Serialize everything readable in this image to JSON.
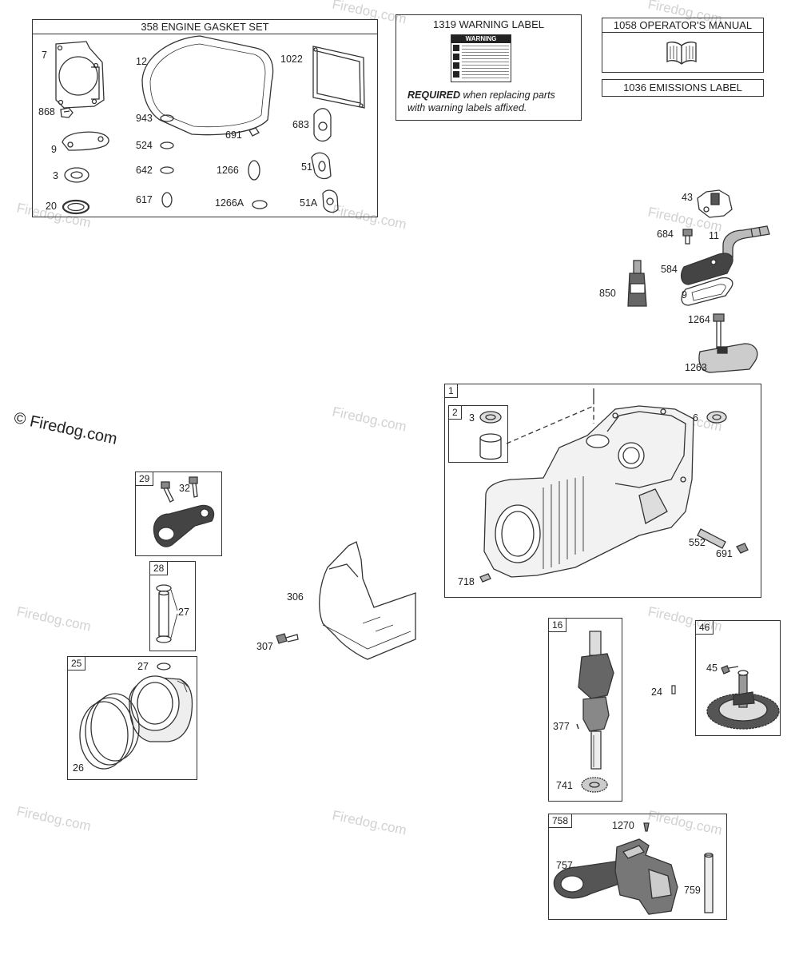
{
  "watermark": {
    "text": "Firedog.com",
    "copyright_text": "© Firedog.com"
  },
  "gasket_set": {
    "header": "358 ENGINE GASKET SET",
    "labels": [
      "7",
      "868",
      "9",
      "3",
      "20",
      "12",
      "943",
      "524",
      "642",
      "617",
      "691",
      "1266",
      "1266A",
      "1022",
      "683",
      "51",
      "51A"
    ]
  },
  "warning_label": {
    "header": "1319 WARNING LABEL",
    "sticker_title": "WARNING",
    "required_bold": "REQUIRED",
    "required_rest": " when replacing parts",
    "required_line2": "with warning labels affixed."
  },
  "manual": {
    "header": "1058 OPERATOR'S MANUAL"
  },
  "emissions": {
    "header": "1036 EMISSIONS LABEL"
  },
  "right_parts": {
    "labels": [
      "43",
      "684",
      "11",
      "584",
      "850",
      "9",
      "1264",
      "1263"
    ]
  },
  "cylinder_block": {
    "tag": "1",
    "subtag": "2",
    "labels": [
      "3",
      "6",
      "552",
      "691",
      "718"
    ]
  },
  "connecting_rod": {
    "tag": "29",
    "labels": [
      "32"
    ]
  },
  "pin": {
    "tag": "28",
    "labels": [
      "27"
    ]
  },
  "piston": {
    "tag": "25",
    "labels": [
      "27",
      "26"
    ]
  },
  "shroud": {
    "labels": [
      "306",
      "307"
    ]
  },
  "crankshaft": {
    "tag": "16",
    "labels": [
      "377",
      "741"
    ]
  },
  "dowel": {
    "label": "24"
  },
  "cam_gear": {
    "tag": "46",
    "labels": [
      "45"
    ]
  },
  "balancer": {
    "tag": "758",
    "labels": [
      "1270",
      "757",
      "759"
    ]
  }
}
